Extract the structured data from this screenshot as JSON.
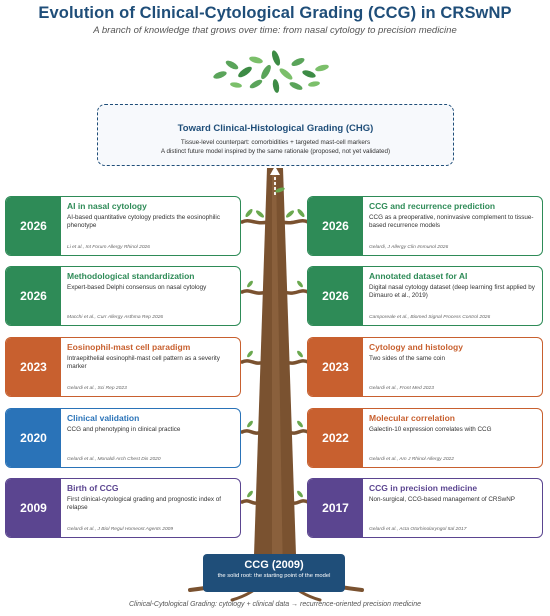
{
  "header": {
    "title": "Evolution of Clinical-Cytological Grading (CCG) in CRSwNP",
    "subtitle": "A branch of knowledge that grows over time: from nasal cytology to precision medicine"
  },
  "future": {
    "title": "Toward Clinical-Histological Grading (CHG)",
    "line1": "Tissue-level counterpart: comorbidities + targeted mast-cell markers",
    "line2": "A distinct future model inspired by the same rationale (proposed, not yet validated)"
  },
  "colors": {
    "green": "#2e8b57",
    "orange": "#c8602f",
    "blue": "#2a73b8",
    "purple": "#5b4590",
    "navy": "#1f4e79",
    "trunk": "#7a5230"
  },
  "left_cards": [
    {
      "year": "2026",
      "title": "AI in nasal cytology",
      "desc": "AI-based quantitative cytology predicts the eosinophilic phenotype",
      "ref": "Li et al., Int Forum Allergy Rhinol 2026",
      "color": "green"
    },
    {
      "year": "2026",
      "title": "Methodological standardization",
      "desc": "Expert-based Delphi consensus on nasal cytology",
      "ref": "Macchi et al., Curr Allergy Asthma Rep 2026",
      "color": "green"
    },
    {
      "year": "2023",
      "title": "Eosinophil-mast cell paradigm",
      "desc": "Intraepithelial eosinophil-mast cell pattern as a severity marker",
      "ref": "Gelardi et al., Sci Rep 2023",
      "color": "orange"
    },
    {
      "year": "2020",
      "title": "Clinical validation",
      "desc": "CCG and phenotyping in clinical practice",
      "ref": "Gelardi et al., Monaldi Arch Chest Dis 2020",
      "color": "blue"
    },
    {
      "year": "2009",
      "title": "Birth of CCG",
      "desc": "First clinical-cytological grading and prognostic index of relapse",
      "ref": "Gelardi et al., J Biol Regul Homeost Agents 2009",
      "color": "purple"
    }
  ],
  "right_cards": [
    {
      "year": "2026",
      "title": "CCG and recurrence prediction",
      "desc": "CCG as a preoperative, noninvasive complement to tissue-based recurrence models",
      "ref": "Gelardi, J Allergy Clin Immunol 2026",
      "color": "green"
    },
    {
      "year": "2026",
      "title": "Annotated dataset for AI",
      "desc": "Digital nasal cytology dataset (deep learning first applied by Dimauro et al., 2019)",
      "ref": "Camporeale et al., Biomed Signal Process Control 2026",
      "color": "green"
    },
    {
      "year": "2023",
      "title": "Cytology and histology",
      "desc": "Two sides of the same coin",
      "ref": "Gelardi et al., Front Med 2023",
      "color": "orange"
    },
    {
      "year": "2022",
      "title": "Molecular correlation",
      "desc": "Galectin-10 expression correlates with CCG",
      "ref": "Gelardi et al., Am J Rhinol Allergy 2022",
      "color": "orange"
    },
    {
      "year": "2017",
      "title": "CCG in precision medicine",
      "desc": "Non-surgical, CCG-based management of CRSwNP",
      "ref": "Gelardi et al., Acta Otorhinolaryngol Ital 2017",
      "color": "purple"
    }
  ],
  "root": {
    "title": "CCG (2009)",
    "subtitle": "the solid root: the starting point of the model"
  },
  "footer": "Clinical-Cytological Grading: cytology + clinical data → recurrence-oriented precision medicine"
}
